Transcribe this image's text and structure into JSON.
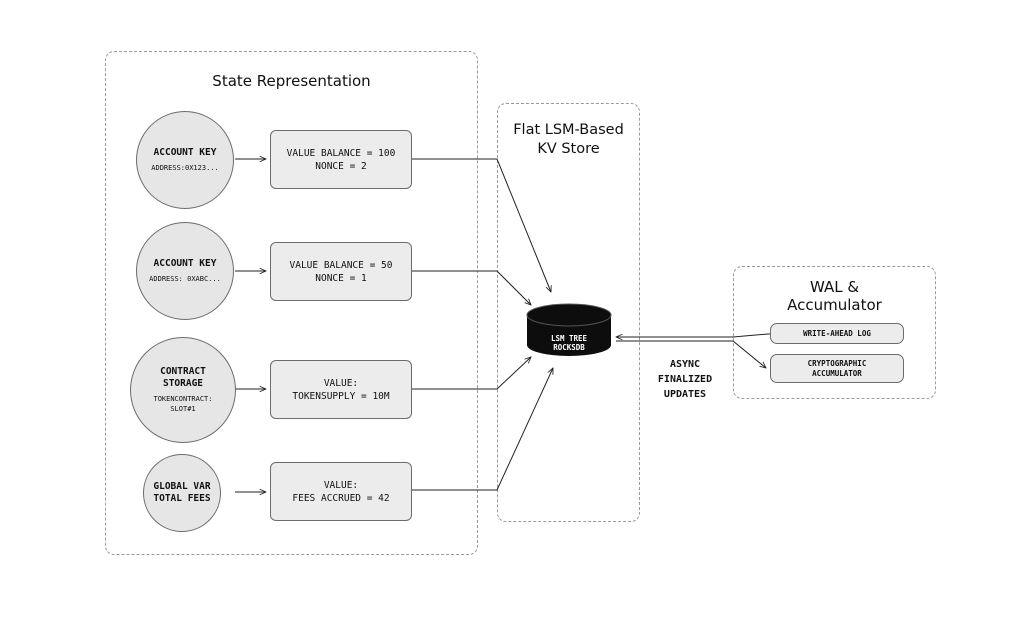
{
  "state_group": {
    "title": "State Representation",
    "rows": [
      {
        "circle_main": [
          "ACCOUNT KEY"
        ],
        "circle_sub": [
          "ADDRESS:0X123..."
        ],
        "value": [
          "VALUE BALANCE = 100",
          "NONCE = 2"
        ]
      },
      {
        "circle_main": [
          "ACCOUNT KEY"
        ],
        "circle_sub": [
          "ADDRESS: 0XABC..."
        ],
        "value": [
          "VALUE BALANCE = 50",
          "NONCE = 1"
        ]
      },
      {
        "circle_main": [
          "CONTRACT",
          "STORAGE"
        ],
        "circle_sub": [
          "TOKENCONTRACT:",
          "SLOT#1"
        ],
        "value": [
          "VALUE:",
          "TOKENSUPPLY = 10M"
        ]
      },
      {
        "circle_main": [
          "GLOBAL VAR",
          "TOTAL FEES"
        ],
        "circle_sub": [],
        "value": [
          "VALUE:",
          "FEES ACCRUED = 42"
        ]
      }
    ]
  },
  "kv_group": {
    "title": [
      "Flat LSM-Based",
      "KV Store"
    ],
    "db": [
      "LSM TREE",
      "ROCKSDB"
    ]
  },
  "wal_group": {
    "title": [
      "WAL &",
      "Accumulator"
    ],
    "items": [
      [
        "WRITE-AHEAD LOG"
      ],
      [
        "CRYPTOGRAPHIC",
        "ACCUMULATOR"
      ]
    ]
  },
  "async_label": [
    "ASYNC",
    "FINALIZED",
    "UPDATES"
  ],
  "colors": {
    "node_fill": "#e6e6e6",
    "box_fill": "#ececec",
    "stroke": "#6c6c6c",
    "db_fill": "#0d0d0d",
    "border_dashed": "#9a9a9a"
  }
}
